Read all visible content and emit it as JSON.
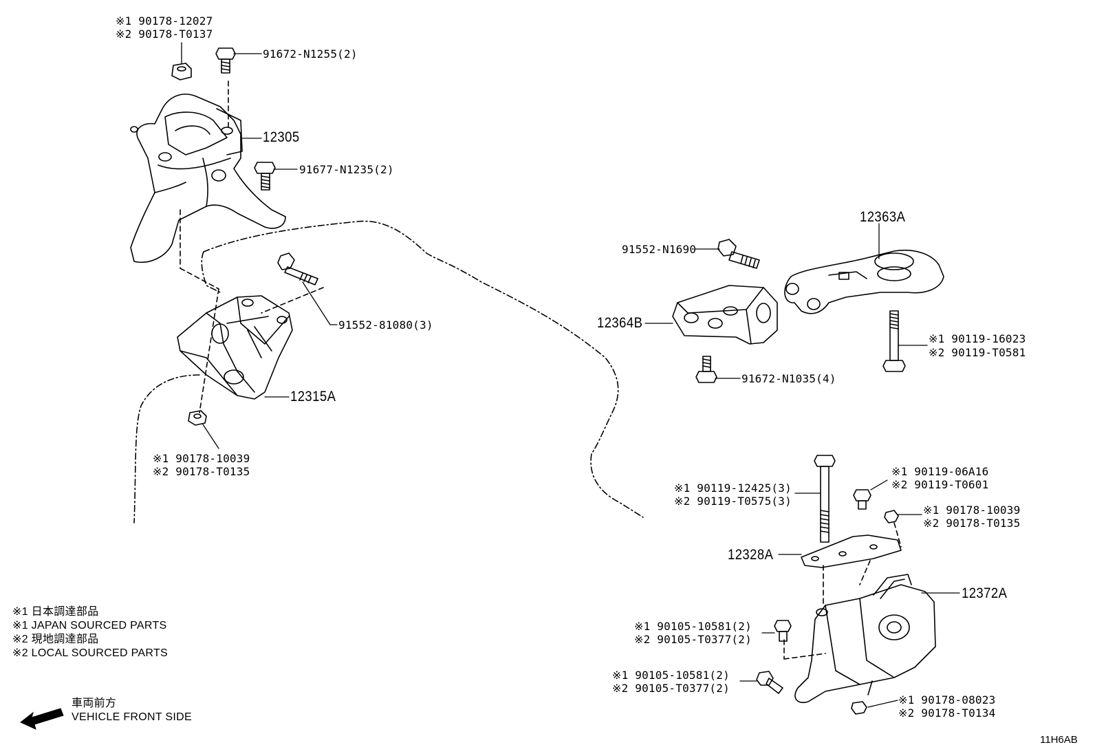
{
  "callouts": {
    "nut_top_j": "※1 90178-12027",
    "nut_top_l": "※2 90178-T0137",
    "bolt_n1255": "91672-N1255(2)",
    "part_12305": "12305",
    "bolt_n1235": "91677-N1235(2)",
    "bolt_81080": "91552-81080(3)",
    "part_12315a": "12315A",
    "nut_left_j": "※1 90178-10039",
    "nut_left_l": "※2 90178-T0135",
    "bolt_n1690": "91552-N1690",
    "part_12363a": "12363A",
    "part_12364b": "12364B",
    "bolt_16023_j": "※1 90119-16023",
    "bolt_16023_l": "※2 90119-T0581",
    "bolt_n1035": "91672-N1035(4)",
    "bolt_06a16_j": "※1 90119-06A16",
    "bolt_06a16_l": "※2 90119-T0601",
    "bolt_12425_j": "※1 90119-12425(3)",
    "bolt_12425_l": "※2 90119-T0575(3)",
    "nut_right_j": "※1 90178-10039",
    "nut_right_l": "※2 90178-T0135",
    "part_12328a": "12328A",
    "part_12372a": "12372A",
    "bolt_10581a_j": "※1 90105-10581(2)",
    "bolt_10581a_l": "※2 90105-T0377(2)",
    "bolt_10581b_j": "※1 90105-10581(2)",
    "bolt_10581b_l": "※2 90105-T0377(2)",
    "nut_08023_j": "※1 90178-08023",
    "nut_08023_l": "※2 90178-T0134"
  },
  "legend": {
    "line1": "※1  日本調達部品",
    "line2": "※1  JAPAN SOURCED PARTS",
    "line3": "※2  現地調達部品",
    "line4": "※2  LOCAL SOURCED PARTS"
  },
  "direction": {
    "jp": "車両前方",
    "en": "VEHICLE FRONT SIDE"
  },
  "reference_code": "11H6AB"
}
